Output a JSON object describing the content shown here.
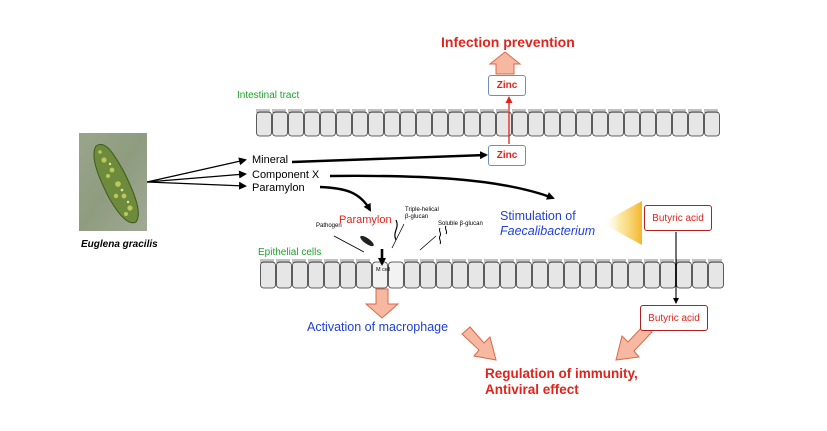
{
  "labels": {
    "infection_prevention": "Infection prevention",
    "intestinal_tract": "Intestinal tract",
    "zinc_top": "Zinc",
    "zinc_bottom": "Zinc",
    "mineral": "Mineral",
    "component_x": "Component X",
    "paramylon": "Paramylon",
    "euglena": "Euglena gracilis",
    "pathogen": "Pathogen",
    "paramylon_red": "Paramylon",
    "triple_helical_1": "Triple-helical",
    "triple_helical_2": "β-glucan",
    "soluble_glucan": "Soluble β-glucan",
    "stimulation_1": "Stimulation of",
    "stimulation_2": "Faecalibacterium",
    "butyric_top": "Butyric acid",
    "butyric_bottom": "Butyric acid",
    "epithelial": "Epithelial cells",
    "m_cell": "M cell",
    "macrophage": "Activation of macrophage",
    "regulation_1": "Regulation of immunity,",
    "regulation_2": "Antiviral effect"
  },
  "colors": {
    "red": "#e0241c",
    "blue": "#1f3fe0",
    "green": "#1fa02a",
    "black": "#000000",
    "arrow_fill": "#f6b8a0",
    "arrow_stroke": "#d9694a",
    "yellow": "#f7c23a",
    "cell_fill": "#e6e6e6"
  }
}
